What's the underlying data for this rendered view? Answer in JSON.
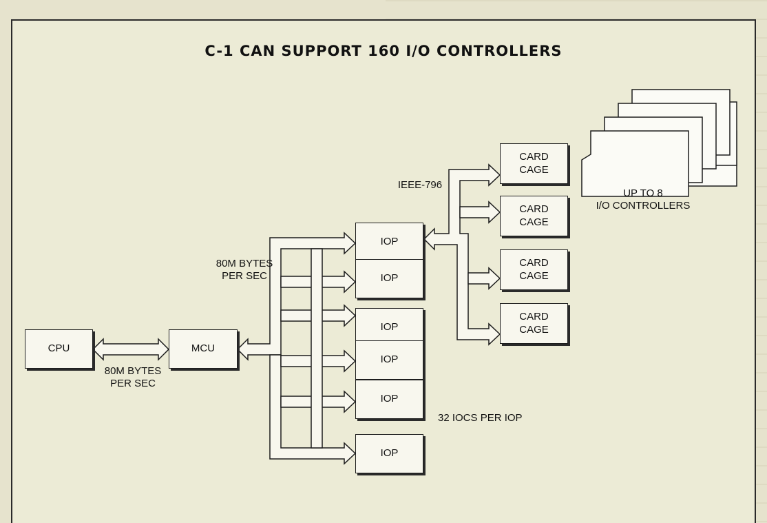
{
  "diagram": {
    "title": "C-1 CAN SUPPORT 160 I/O CONTROLLERS",
    "cpu_label": "CPU",
    "mcu_label": "MCU",
    "iop_labels": [
      "IOP",
      "IOP",
      "IOP",
      "IOP",
      "IOP",
      "IOP"
    ],
    "card_cage_labels": [
      "CARD\nCAGE",
      "CARD\nCAGE",
      "CARD\nCAGE",
      "CARD\nCAGE"
    ],
    "cpu_mcu_rate": "80M BYTES\nPER SEC",
    "mcu_iop_rate": "80M BYTES\nPER SEC",
    "bus_label": "IEEE-796",
    "iocs_label": "32 IOCS PER IOP",
    "controllers_label": "UP TO 8\nI/O CONTROLLERS"
  }
}
